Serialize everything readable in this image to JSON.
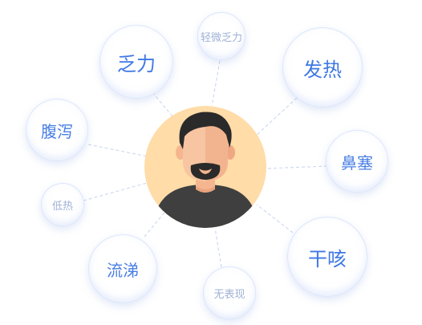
{
  "symptoms": [
    {
      "id": "fatigue",
      "label": "乏力",
      "size": "big"
    },
    {
      "id": "mild-fatigue",
      "label": "轻微乏力",
      "size": "small"
    },
    {
      "id": "fever",
      "label": "发热",
      "size": "big"
    },
    {
      "id": "diarrhea",
      "label": "腹泻",
      "size": "mid"
    },
    {
      "id": "nasal-congestion",
      "label": "鼻塞",
      "size": "mid"
    },
    {
      "id": "low-fever",
      "label": "低热",
      "size": "small"
    },
    {
      "id": "runny-nose",
      "label": "流涕",
      "size": "mid"
    },
    {
      "id": "dry-cough",
      "label": "干咳",
      "size": "big"
    },
    {
      "id": "asymptomatic",
      "label": "无表现",
      "size": "small"
    }
  ],
  "colors": {
    "accent": "#3f78e4",
    "faded_label": "#9fb2d6",
    "avatar_background": "#ffdca8",
    "connector": "#cfdaf0"
  },
  "icons": {
    "avatar": "bearded-man-avatar-icon"
  }
}
